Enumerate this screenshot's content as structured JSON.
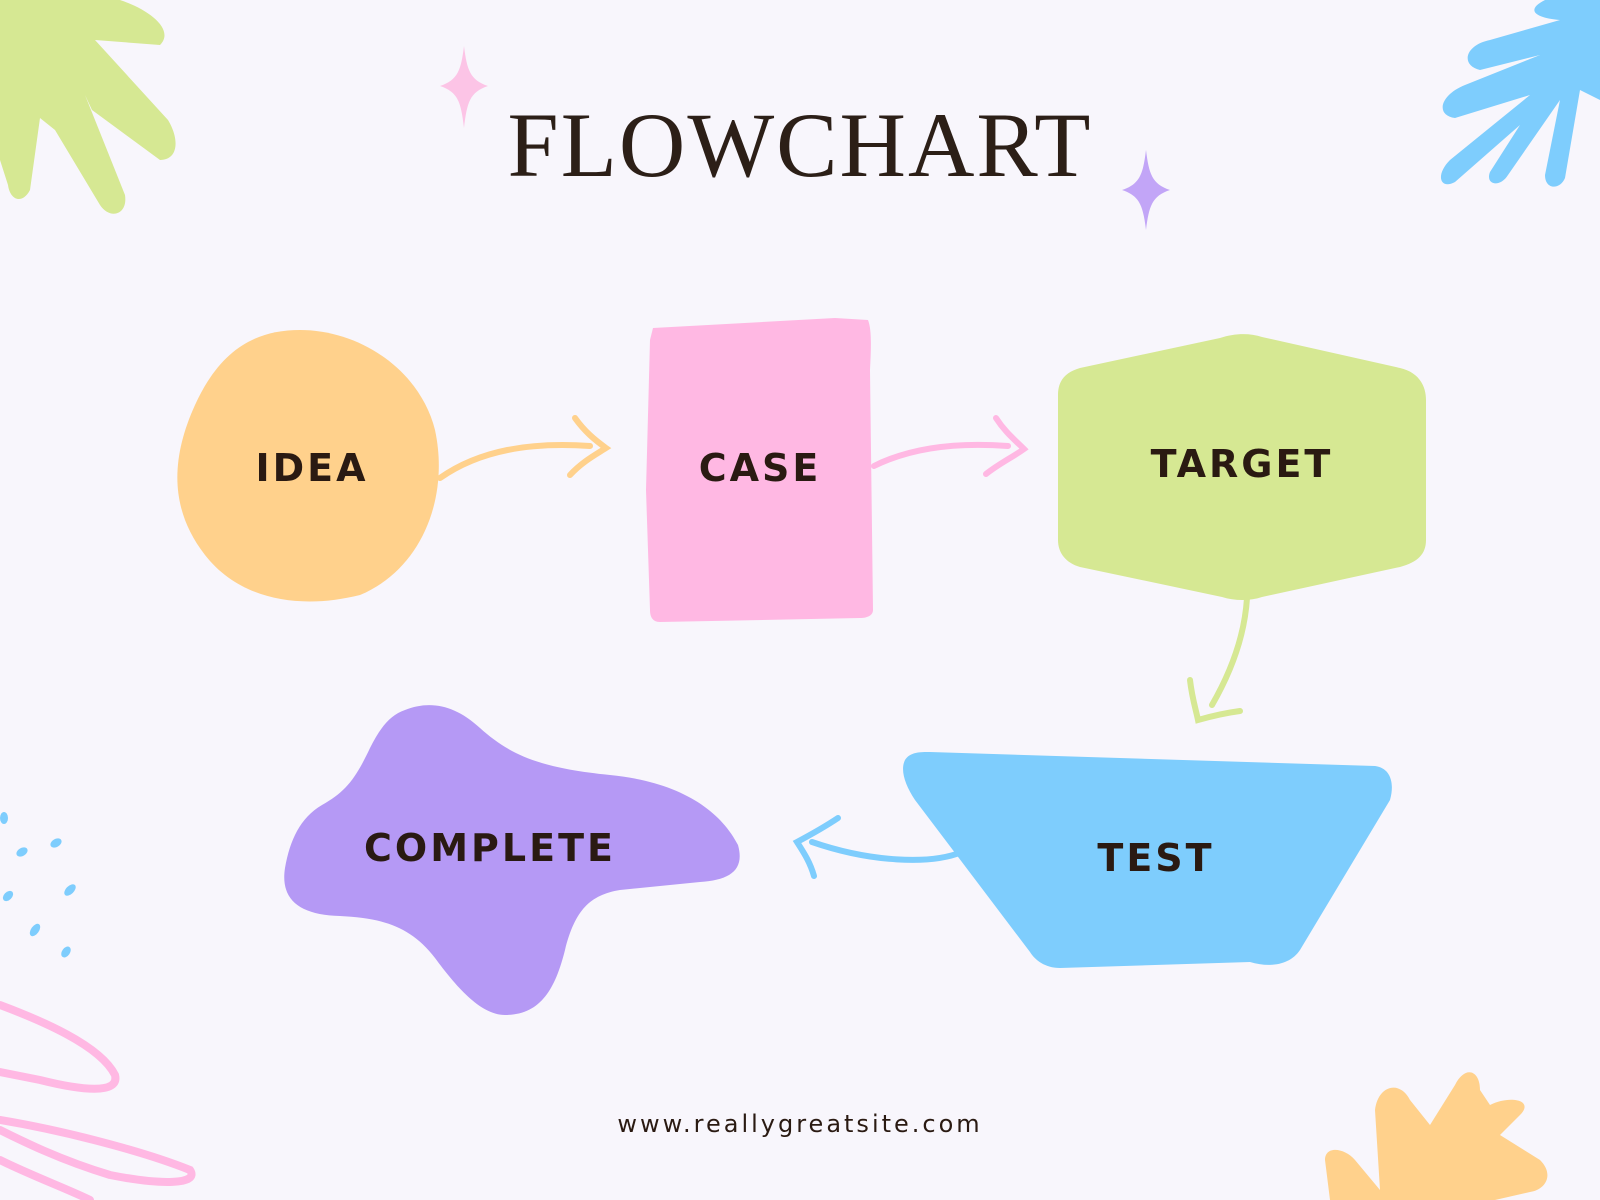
{
  "title": "FLOWCHART",
  "nodes": [
    {
      "id": "idea",
      "label": "IDEA",
      "shape": "circle",
      "color": "#ffd18c"
    },
    {
      "id": "case",
      "label": "CASE",
      "shape": "rectangle",
      "color": "#ffb8e3"
    },
    {
      "id": "target",
      "label": "TARGET",
      "shape": "hexagon",
      "color": "#d6e893"
    },
    {
      "id": "test",
      "label": "TEST",
      "shape": "trapezoid",
      "color": "#7ecdfd"
    },
    {
      "id": "complete",
      "label": "COMPLETE",
      "shape": "blob",
      "color": "#b599f5"
    }
  ],
  "edges": [
    {
      "from": "idea",
      "to": "case",
      "color": "#ffd18c"
    },
    {
      "from": "case",
      "to": "target",
      "color": "#ffb8e3"
    },
    {
      "from": "target",
      "to": "test",
      "color": "#d6e893"
    },
    {
      "from": "test",
      "to": "complete",
      "color": "#7ecdfd"
    }
  ],
  "footer": "www.reallygreatsite.com",
  "colors": {
    "background": "#f8f6fc",
    "text": "#2a1a12",
    "sparkle_pink": "#fcc4e6",
    "sparkle_purple": "#c2a5f7",
    "leaf_green": "#d6e893",
    "leaf_blue": "#7ecdfd",
    "leaf_pink": "#ffb8e3",
    "leaf_orange": "#ffd18c"
  }
}
